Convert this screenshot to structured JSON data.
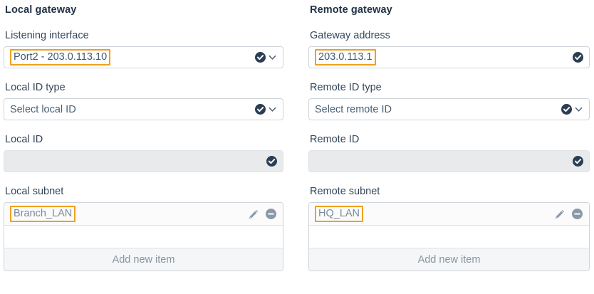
{
  "columns": [
    {
      "title": "Local gateway",
      "fields": [
        {
          "label": "Listening interface",
          "value": "Port2 - 203.0.113.10",
          "highlighted": true,
          "disabled": false,
          "has_chevron": true,
          "check_icon": "check-circle-icon",
          "chevron_icon": "chevron-down-icon"
        },
        {
          "label": "Local ID type",
          "value": "Select local ID",
          "highlighted": false,
          "disabled": false,
          "has_chevron": true,
          "check_icon": "check-circle-icon",
          "chevron_icon": "chevron-down-icon"
        },
        {
          "label": "Local ID",
          "value": "",
          "highlighted": false,
          "disabled": true,
          "has_chevron": false,
          "check_icon": "check-circle-icon",
          "chevron_icon": ""
        }
      ],
      "list": {
        "label": "Local subnet",
        "item": "Branch_LAN",
        "item_highlighted": true,
        "edit_icon": "pencil-icon",
        "remove_icon": "minus-circle-icon",
        "add_label": "Add new item"
      }
    },
    {
      "title": "Remote gateway",
      "fields": [
        {
          "label": "Gateway address",
          "value": "203.0.113.1",
          "highlighted": true,
          "disabled": false,
          "has_chevron": false,
          "check_icon": "check-circle-icon",
          "chevron_icon": ""
        },
        {
          "label": "Remote ID type",
          "value": "Select remote ID",
          "highlighted": false,
          "disabled": false,
          "has_chevron": true,
          "check_icon": "check-circle-icon",
          "chevron_icon": "chevron-down-icon"
        },
        {
          "label": "Remote ID",
          "value": "",
          "highlighted": false,
          "disabled": true,
          "has_chevron": false,
          "check_icon": "check-circle-icon",
          "chevron_icon": ""
        }
      ],
      "list": {
        "label": "Remote subnet",
        "item": "HQ_LAN",
        "item_highlighted": true,
        "edit_icon": "pencil-icon",
        "remove_icon": "minus-circle-icon",
        "add_label": "Add new item"
      }
    }
  ],
  "colors": {
    "highlight": "#f0a01e",
    "check_circle": "#2b3f54",
    "heading": "#223244",
    "label": "#33475b",
    "muted": "#8795a1"
  }
}
